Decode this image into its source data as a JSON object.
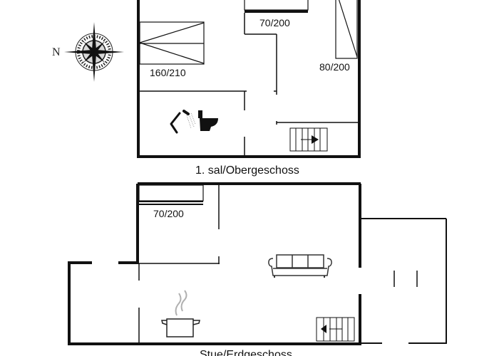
{
  "compass": {
    "north_label": "N",
    "icon": "compass-rose-icon"
  },
  "upper_floor": {
    "title": "1. sal/Obergeschoss",
    "beds": [
      {
        "label": "160/210",
        "type": "double-bed"
      },
      {
        "label": "70/200",
        "type": "single-bed"
      },
      {
        "label": "80/200",
        "type": "single-bed"
      }
    ],
    "icons": [
      "shower-icon",
      "toilet-icon",
      "stairs-icon"
    ]
  },
  "ground_floor": {
    "title": "Stue/Erdgeschoss",
    "beds": [
      {
        "label": "70/200",
        "type": "single-bed"
      }
    ],
    "icons": [
      "sofa-icon",
      "cooking-pot-icon",
      "stairs-icon"
    ]
  },
  "colors": {
    "wall": "#111111",
    "steam": "#b0b0b0",
    "background": "#ffffff"
  }
}
